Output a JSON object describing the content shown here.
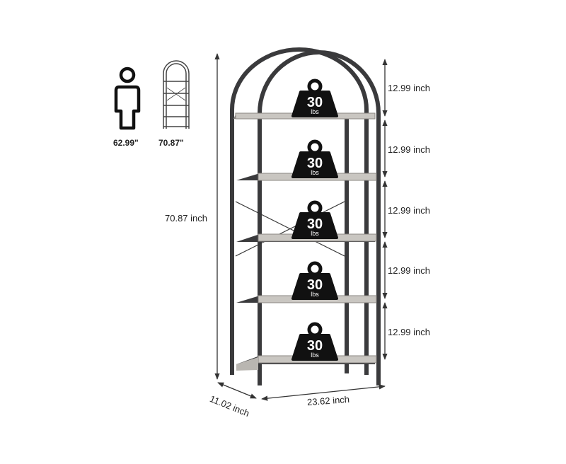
{
  "comparison": {
    "person_height": "62.99\"",
    "shelf_height": "70.87\""
  },
  "dimensions": {
    "total_height": "70.87 inch",
    "depth": "11.02 inch",
    "width": "23.62 inch",
    "tier_spacing": [
      "12.99 inch",
      "12.99 inch",
      "12.99 inch",
      "12.99 inch",
      "12.99 inch"
    ]
  },
  "load_badges": [
    {
      "value": "30",
      "unit": "lbs"
    },
    {
      "value": "30",
      "unit": "lbs"
    },
    {
      "value": "30",
      "unit": "lbs"
    },
    {
      "value": "30",
      "unit": "lbs"
    },
    {
      "value": "30",
      "unit": "lbs"
    }
  ],
  "colors": {
    "frame": "#3a3a3c",
    "shelf_wood": "#c9c6c1",
    "badge": "#111111",
    "dimension_line": "#333333"
  },
  "icons": [
    "person-icon",
    "bookshelf-thumbnail-icon",
    "weight-icon"
  ]
}
